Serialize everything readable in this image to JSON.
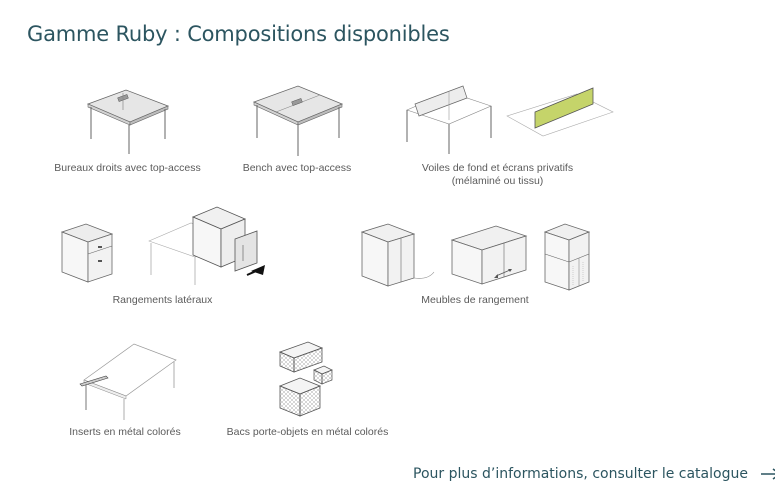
{
  "page": {
    "title": "Gamme Ruby : Compositions disponibles"
  },
  "items": [
    {
      "caption": "Bureaux droits avec top-access"
    },
    {
      "caption": "Bench avec top-access"
    },
    {
      "caption_line1": "Voiles de fond et écrans privatifs",
      "caption_line2": "(mélaminé ou tissu)"
    },
    {
      "caption": "Rangements latéraux"
    },
    {
      "caption": "Meubles de rangement"
    },
    {
      "caption": "Inserts en métal colorés"
    },
    {
      "caption": "Bacs porte-objets en métal colorés"
    }
  ],
  "footer": {
    "link_text": "Pour plus d’informations, consulter le catalogue",
    "arrow_icon": "arrow-right-icon"
  },
  "colors": {
    "title": "#2c5560",
    "screen_accent": "#c5d46a"
  }
}
